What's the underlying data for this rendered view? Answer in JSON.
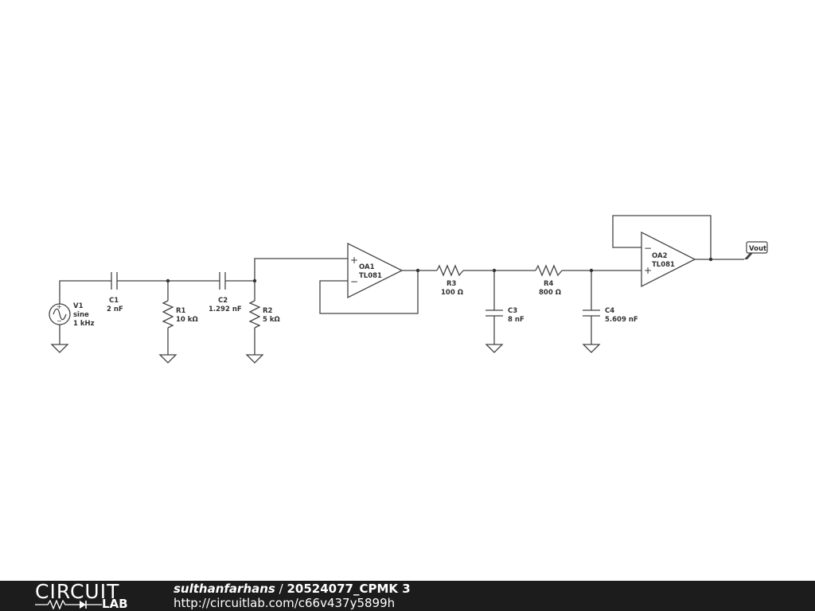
{
  "components": {
    "V1": {
      "name": "V1",
      "type": "sine",
      "value": "1 kHz"
    },
    "C1": {
      "name": "C1",
      "value": "2 nF"
    },
    "R1": {
      "name": "R1",
      "value": "10 kΩ"
    },
    "C2": {
      "name": "C2",
      "value": "1.292 nF"
    },
    "R2": {
      "name": "R2",
      "value": "5 kΩ"
    },
    "OA1": {
      "name": "OA1",
      "model": "TL081",
      "plus": "+",
      "minus": "−"
    },
    "R3": {
      "name": "R3",
      "value": "100 Ω"
    },
    "C3": {
      "name": "C3",
      "value": "8 nF"
    },
    "R4": {
      "name": "R4",
      "value": "800 Ω"
    },
    "C4": {
      "name": "C4",
      "value": "5.609 nF"
    },
    "OA2": {
      "name": "OA2",
      "model": "TL081",
      "plus": "+",
      "minus": "−"
    }
  },
  "output_label": "Vout",
  "footer": {
    "logo_top": "CIRCUIT",
    "logo_bottom": "LAB",
    "username": "sulthanfarhans",
    "separator": " / ",
    "circuit_title": "20524077_CPMK 3",
    "url": "http://circuitlab.com/c66v437y5899h"
  },
  "colors": {
    "wire": "#444444",
    "label": "#333333",
    "footer_bg": "#1c1c1c",
    "footer_text": "#ffffff",
    "node_dot": "#333333"
  }
}
